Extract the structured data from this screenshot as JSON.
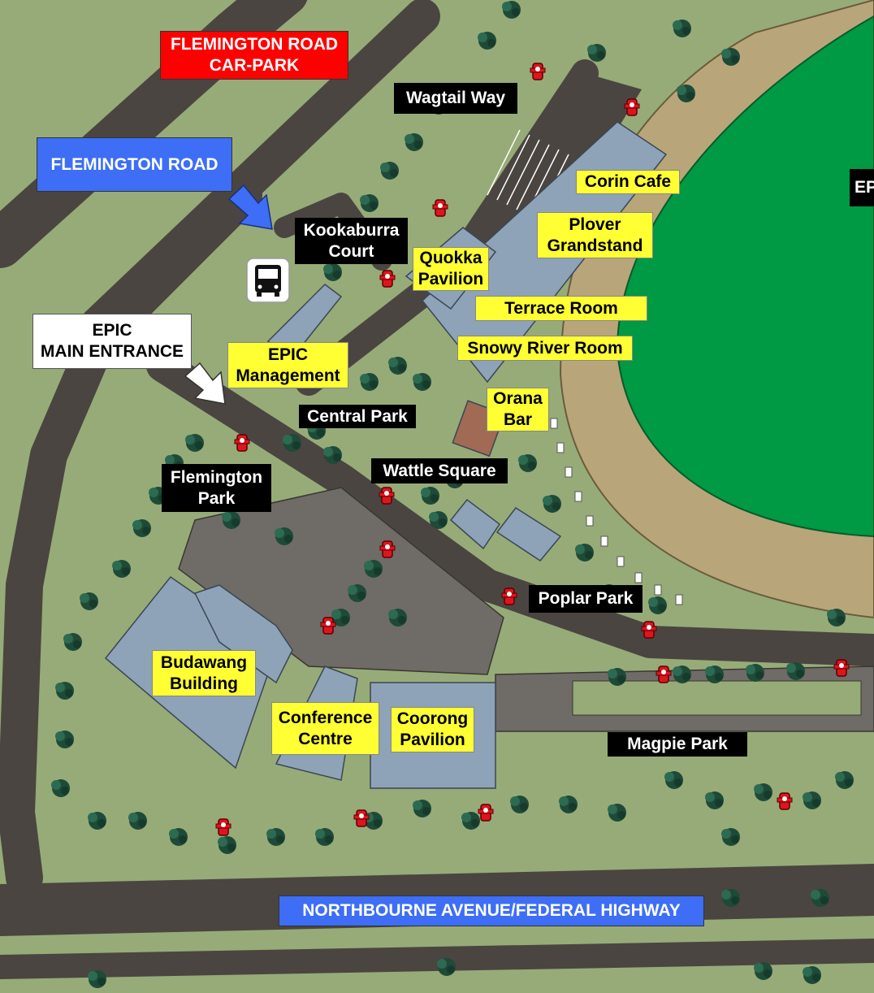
{
  "colors": {
    "grass": "#97ab78",
    "road": "#4a4541",
    "car_park": "#6f6b66",
    "building": "#8ea3b7",
    "track": "#b8a67a",
    "field": "#009944",
    "tree": "#1e4a38",
    "hydrant": "#e0141e",
    "label_yellow": "#ffff33",
    "label_black": "#000000",
    "label_blue": "#3d6ef5",
    "label_red": "#ff0000"
  },
  "labels": {
    "flemington_road_car_park": "FLEMINGTON ROAD\nCAR-PARK",
    "flemington_road": "FLEMINGTON ROAD",
    "wagtail_way": "Wagtail Way",
    "corin_cafe": "Corin Cafe",
    "plover_grandstand": "Plover\nGrandstand",
    "kookaburra_court": "Kookaburra\nCourt",
    "quokka_pavilion": "Quokka\nPavilion",
    "terrace_room": "Terrace Room",
    "snowy_river_room": "Snowy River Room",
    "epic_main_entrance": "EPIC\nMAIN ENTRANCE",
    "epic_management": "EPIC\nManagement",
    "central_park": "Central Park",
    "orana_bar": "Orana\nBar",
    "wattle_square": "Wattle Square",
    "flemington_park": "Flemington\nPark",
    "poplar_park": "Poplar Park",
    "budawang_building": "Budawang\nBuilding",
    "conference_centre": "Conference\nCentre",
    "coorong_pavilion": "Coorong\nPavilion",
    "magpie_park": "Magpie Park",
    "northbourne_avenue": "NORTHBOURNE AVENUE/FEDERAL HIGHWAY",
    "edge_label": "EP"
  },
  "icons": {
    "bus_stop": "bus-icon",
    "fire_hydrant": "fire-hydrant-icon",
    "direction_arrow": "arrow-icon"
  }
}
